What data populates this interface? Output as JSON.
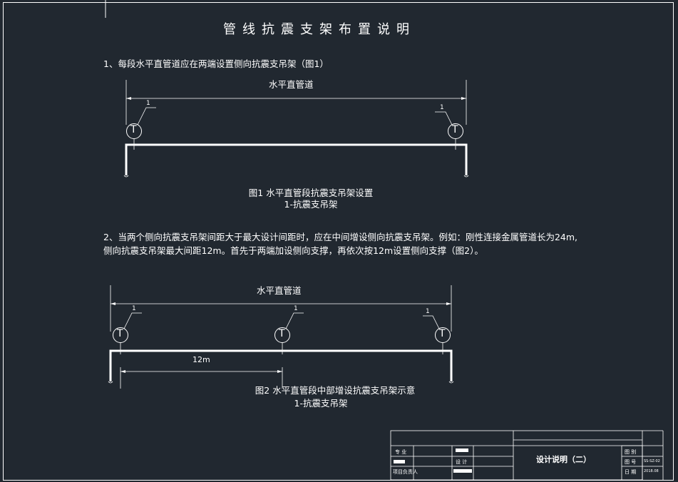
{
  "title": "管线抗震支架布置说明",
  "notes": {
    "n1": "1、每段水平直管道应在两端设置侧向抗震支吊架（图1）",
    "n2_line1": "2、当两个侧向抗震支吊架间距大于最大设计间距时，应在中间增设侧向抗震支吊架。例如：刚性连接金属管道长为24m,",
    "n2_line2": "侧向抗震支吊架最大间距12m。首先于两端加设侧向支撑，再依次按12m设置侧向支撑（图2）。"
  },
  "fig1": {
    "dim_label": "水平直管道",
    "leader_num": "1",
    "symbol": "T",
    "caption": "图1 水平直管段抗震支吊架设置",
    "legend": "1-抗震支吊架"
  },
  "fig2": {
    "dim_label": "水平直管道",
    "leader_num": "1",
    "symbol": "T",
    "spacing_label": "12m",
    "caption": "图2 水平直管段中部增设抗震支吊架示意",
    "legend": "1-抗震支吊架"
  },
  "title_block": {
    "drawing_name": "设计说明（二）",
    "label_a": "专 业",
    "label_b": "设 计",
    "label_c": "项目负责人",
    "label_d": "图 别",
    "label_e": "图 号",
    "label_f": "日 期",
    "val_e": "SS-SZ-02",
    "val_f": "2018.08"
  },
  "colors": {
    "background": "#212830",
    "line": "#ffffff"
  }
}
